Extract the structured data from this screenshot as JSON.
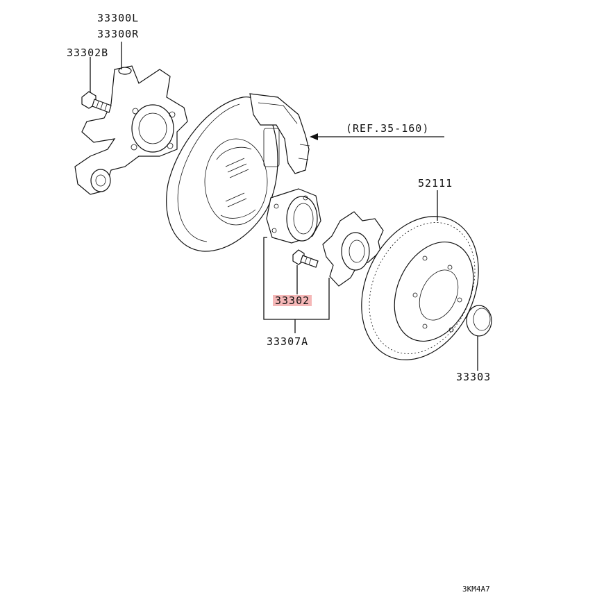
{
  "labels": {
    "knuckle_left": "33300L",
    "knuckle_right": "33300R",
    "knuckle_bolt": "33302B",
    "caliper_ref": "(REF.35-160)",
    "brake_disc": "52111",
    "hub_bolt": "33302",
    "hub_assembly": "33307A",
    "hub_cap": "33303"
  },
  "diagram_code": "3KM4A7",
  "colors": {
    "highlight": "#f5b7b7",
    "ink": "#111111"
  },
  "highlighted_part": "33302"
}
